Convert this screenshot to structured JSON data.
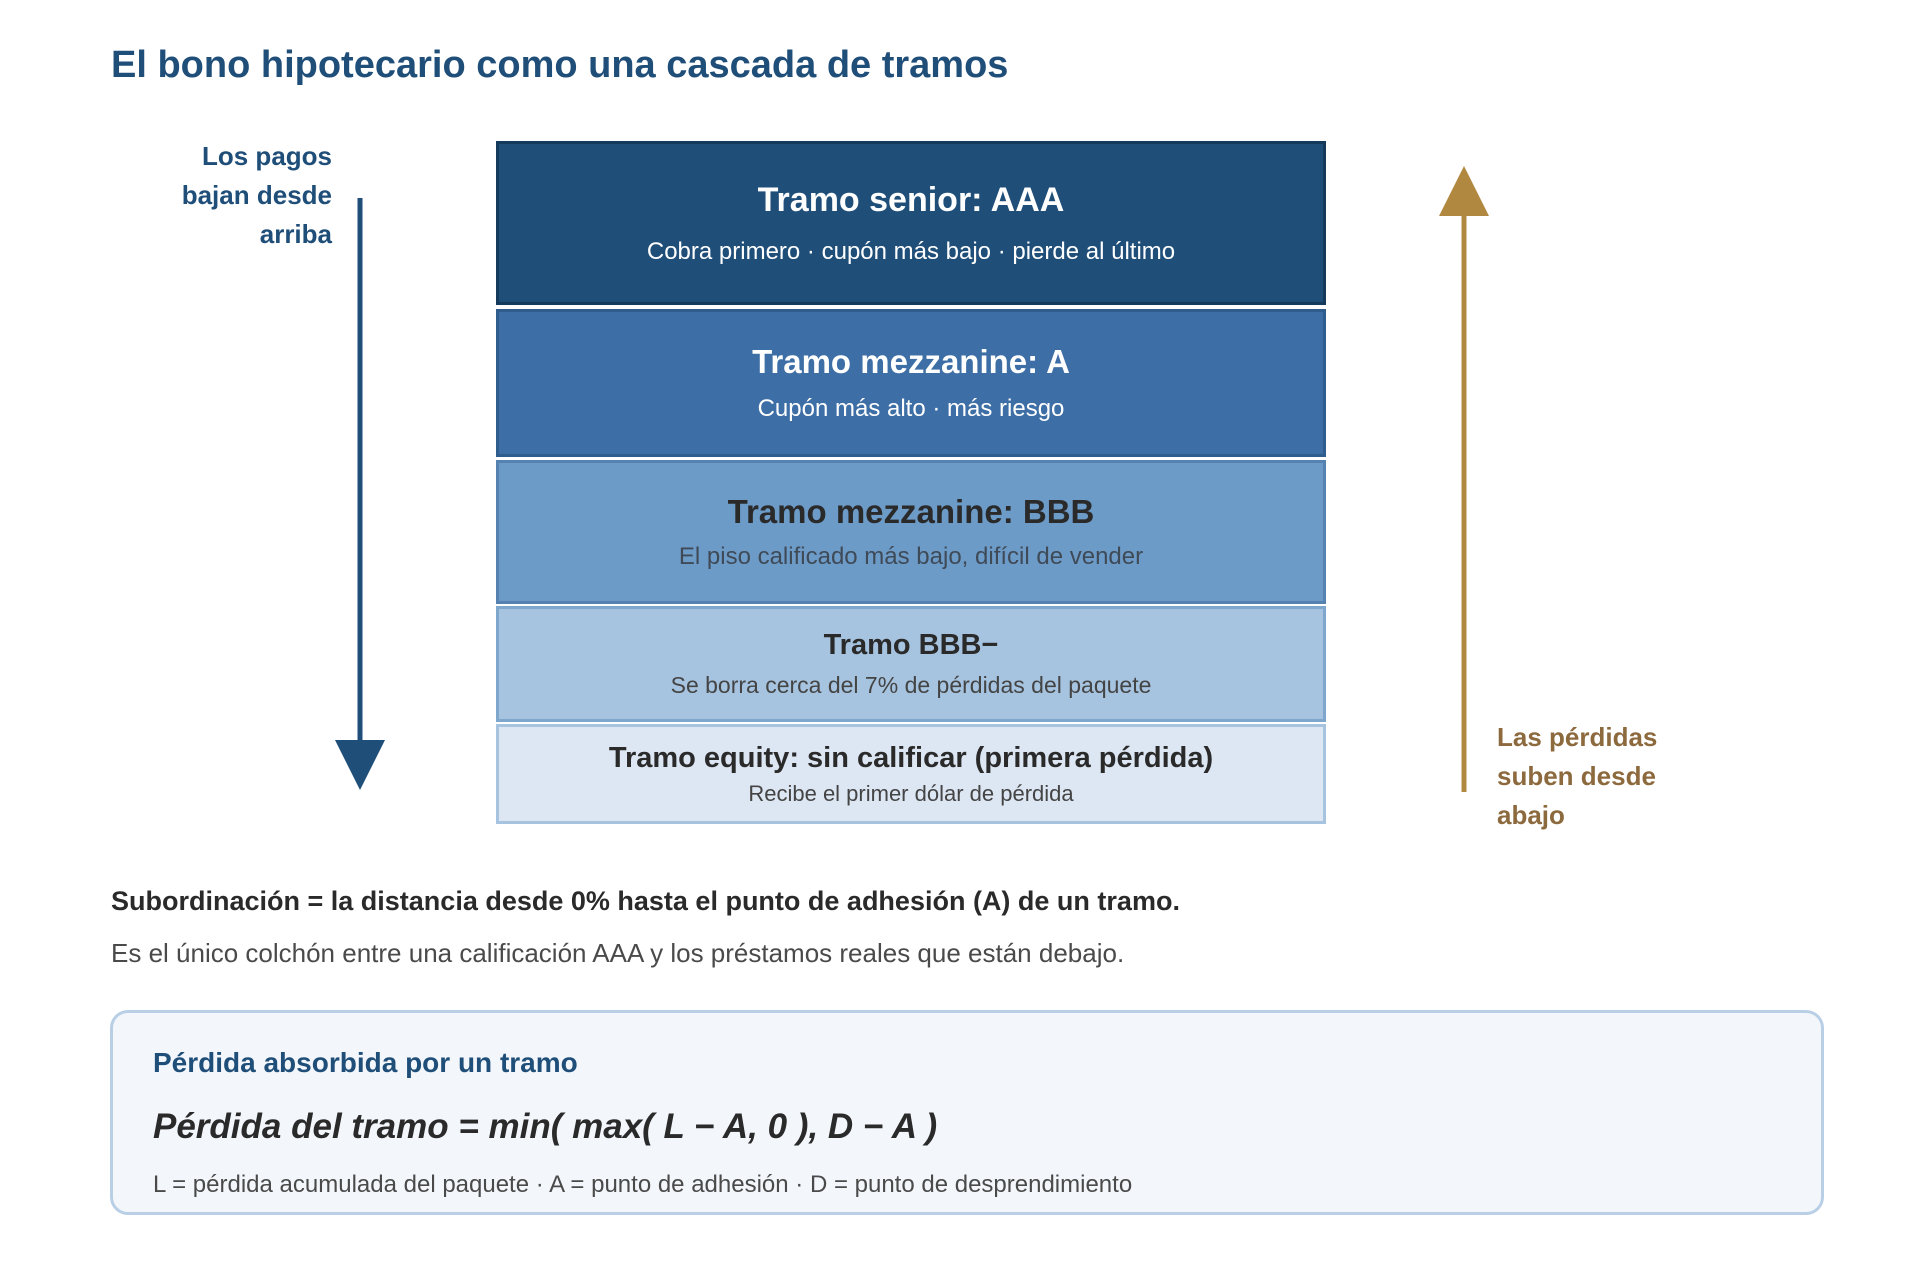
{
  "title": "El bono hipotecario como una cascada de tramos",
  "flows": {
    "payments_label": [
      "Los pagos",
      "bajan desde",
      "arriba"
    ],
    "losses_label": [
      "Las pérdidas",
      "suben desde",
      "abajo"
    ],
    "payments_color": "#1f4e79",
    "losses_color": "#b08840"
  },
  "tranches": [
    {
      "name": "Tramo senior: AAA",
      "desc": "Cobra primero · cupón más bajo · pierde al último",
      "color": "#1f4e79"
    },
    {
      "name": "Tramo mezzanine: A",
      "desc": "Cupón más alto · más riesgo",
      "color": "#3d6ea5"
    },
    {
      "name": "Tramo mezzanine: BBB",
      "desc": "El piso calificado más bajo, difícil de vender",
      "color": "#6d9bc8"
    },
    {
      "name": "Tramo BBB−",
      "desc": "Se borra cerca del 7% de pérdidas del paquete",
      "color": "#a6c4e0"
    },
    {
      "name": "Tramo equity: sin calificar (primera pérdida)",
      "desc": "Recibe el primer dólar de pérdida",
      "color": "#dde7f3"
    }
  ],
  "subordination": {
    "definition": "Subordinación = la distancia desde 0% hasta el punto de adhesión (A) de un tramo.",
    "note": "Es el único colchón entre una calificación AAA y los préstamos reales que están debajo."
  },
  "formula_box": {
    "title": "Pérdida absorbida por un tramo",
    "formula": "Pérdida del tramo = min( max( L − A, 0 ), D − A )",
    "legend": "L = pérdida acumulada del paquete · A = punto de adhesión · D = punto de desprendimiento"
  }
}
